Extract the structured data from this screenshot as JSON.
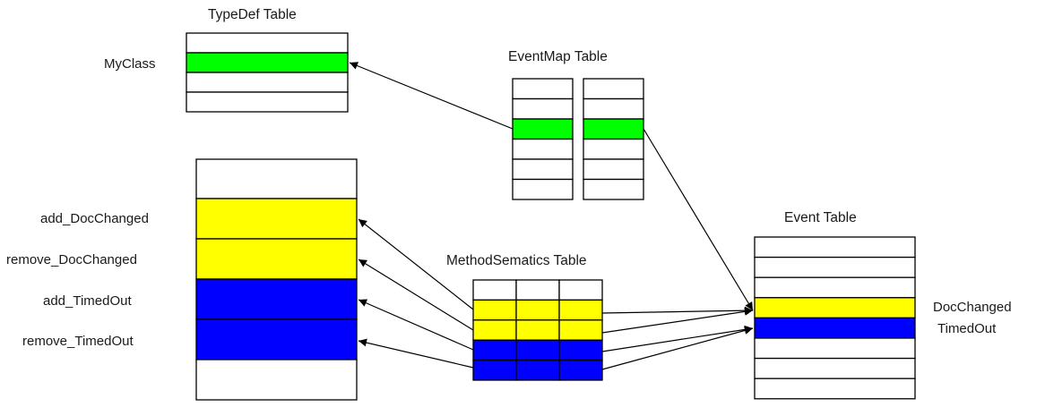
{
  "colors": {
    "background": "#ffffff",
    "stroke": "#000000",
    "empty_row": "#ffffff",
    "green": "#00ff00",
    "yellow": "#ffff00",
    "blue": "#0000ff"
  },
  "typedef_table": {
    "title": "TypeDef Table",
    "rows": [
      "empty",
      "green",
      "empty",
      "empty"
    ],
    "row_labels": {
      "myclass": "MyClass"
    }
  },
  "eventmap_table": {
    "title": "EventMap Table",
    "columns": [
      [
        "empty",
        "empty",
        "green",
        "empty",
        "empty",
        "empty"
      ],
      [
        "empty",
        "empty",
        "green",
        "empty",
        "empty",
        "empty"
      ]
    ]
  },
  "method_table": {
    "title": "",
    "rows": [
      "empty",
      "yellow",
      "yellow",
      "blue",
      "blue",
      "empty"
    ],
    "row_labels": {
      "add_docchanged": "add_DocChanged",
      "remove_docchanged": "remove_DocChanged",
      "add_timedout": "add_TimedOut",
      "remove_timedout": "remove_TimedOut"
    }
  },
  "methodsemantics_table": {
    "title": "MethodSematics Table",
    "columns": [
      [
        "empty",
        "yellow",
        "yellow",
        "blue",
        "blue"
      ],
      [
        "empty",
        "yellow",
        "yellow",
        "blue",
        "blue"
      ],
      [
        "empty",
        "yellow",
        "yellow",
        "blue",
        "blue"
      ]
    ]
  },
  "event_table": {
    "title": "Event Table",
    "rows": [
      "empty",
      "empty",
      "empty",
      "yellow",
      "blue",
      "empty",
      "empty",
      "empty"
    ],
    "row_labels": {
      "docchanged": "DocChanged",
      "timedout": "TimedOut"
    }
  },
  "arrows": [
    {
      "from": "eventmap_table.green_row",
      "to": "typedef_table.myclass"
    },
    {
      "from": "eventmap_table.green_row",
      "to": "event_table.docchanged"
    },
    {
      "from": "methodsemantics_table.row1",
      "to": "method_table.add_docchanged"
    },
    {
      "from": "methodsemantics_table.row2",
      "to": "method_table.remove_docchanged"
    },
    {
      "from": "methodsemantics_table.row3",
      "to": "method_table.add_timedout"
    },
    {
      "from": "methodsemantics_table.row4",
      "to": "method_table.remove_timedout"
    },
    {
      "from": "methodsemantics_table.row1",
      "to": "event_table.docchanged"
    },
    {
      "from": "methodsemantics_table.row2",
      "to": "event_table.docchanged"
    },
    {
      "from": "methodsemantics_table.row3",
      "to": "event_table.timedout"
    },
    {
      "from": "methodsemantics_table.row4",
      "to": "event_table.timedout"
    }
  ]
}
